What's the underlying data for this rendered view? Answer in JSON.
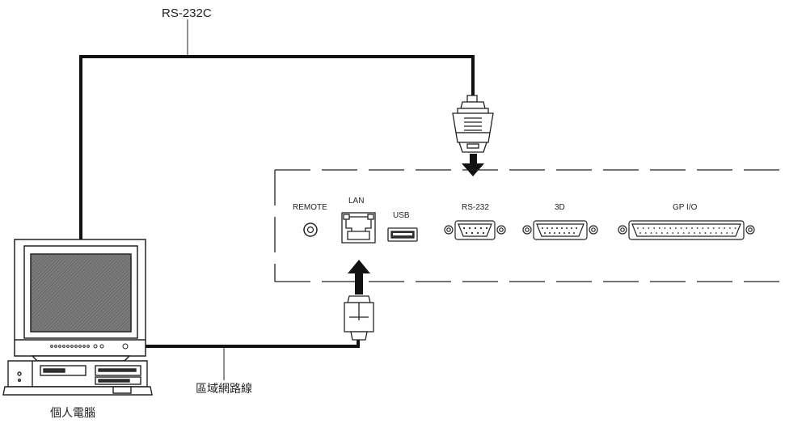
{
  "cables": {
    "serial_label": "RS-232C",
    "lan_label": "區域網路線"
  },
  "computer": {
    "label": "個人電腦"
  },
  "panel": {
    "ports": {
      "remote": "REMOTE",
      "lan": "LAN",
      "usb": "USB",
      "rs232": "RS-232",
      "threed": "3D",
      "gpio": "GP I/O"
    }
  },
  "colors": {
    "line": "#111111",
    "monitor_screen": "#666666",
    "outline": "#222222"
  }
}
